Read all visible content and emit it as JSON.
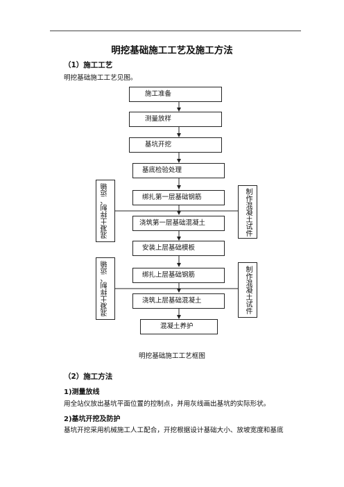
{
  "title": "明挖基础施工工艺及施工方法",
  "section1": {
    "heading": "（1）施工工艺",
    "intro": "明挖基础施工工艺见图。"
  },
  "flowchart": {
    "steps": [
      "施工准备",
      "测量放样",
      "基坑开挖",
      "基底检验处理",
      "绑扎第一层基础钢筋",
      "浇筑第一层基础混凝土",
      "安装上层基础模板",
      "绑扎上层基础钢筋",
      "浇筑上层基础混凝土",
      "混凝土养护"
    ],
    "side_left": [
      "混凝土拌制、运输",
      "混凝土拌制、运输"
    ],
    "side_right": [
      "制作混凝土试件",
      "制作混凝土试件"
    ],
    "caption": "明挖基础施工工艺框图"
  },
  "section2": {
    "heading": "（2）施工方法",
    "sub1": {
      "heading": "1)测量放线",
      "text": "用全站仪放出基坑平面位置的控制点，并用灰线画出基坑的实际形状。"
    },
    "sub2": {
      "heading": "2)基坑开挖及防护",
      "text": "基坑开挖采用机械施工人工配合，开挖根据设计基础大小、放坡宽度和基底"
    }
  }
}
